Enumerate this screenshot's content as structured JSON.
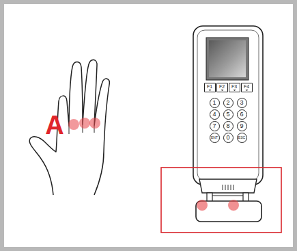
{
  "diagram": {
    "nodes": [
      {
        "text": [
          "F1"
        ]
      },
      {
        "text": [
          "F2"
        ]
      },
      {
        "text": [
          "F3"
        ]
      },
      {
        "text": [
          "F4"
        ]
      },
      {
        "text": [
          "1"
        ]
      },
      {
        "text": [
          "2"
        ]
      },
      {
        "text": [
          "3"
        ]
      },
      {
        "text": [
          "4"
        ]
      },
      {
        "text": [
          "5"
        ]
      },
      {
        "text": [
          "6"
        ]
      },
      {
        "text": [
          "7"
        ]
      },
      {
        "text": [
          "8"
        ]
      },
      {
        "text": [
          "9"
        ]
      },
      {
        "text": [
          "ENT"
        ]
      },
      {
        "text": [
          "0"
        ]
      },
      {
        "text": [
          "ESC"
        ]
      }
    ],
    "labels": [
      "A"
    ]
  }
}
